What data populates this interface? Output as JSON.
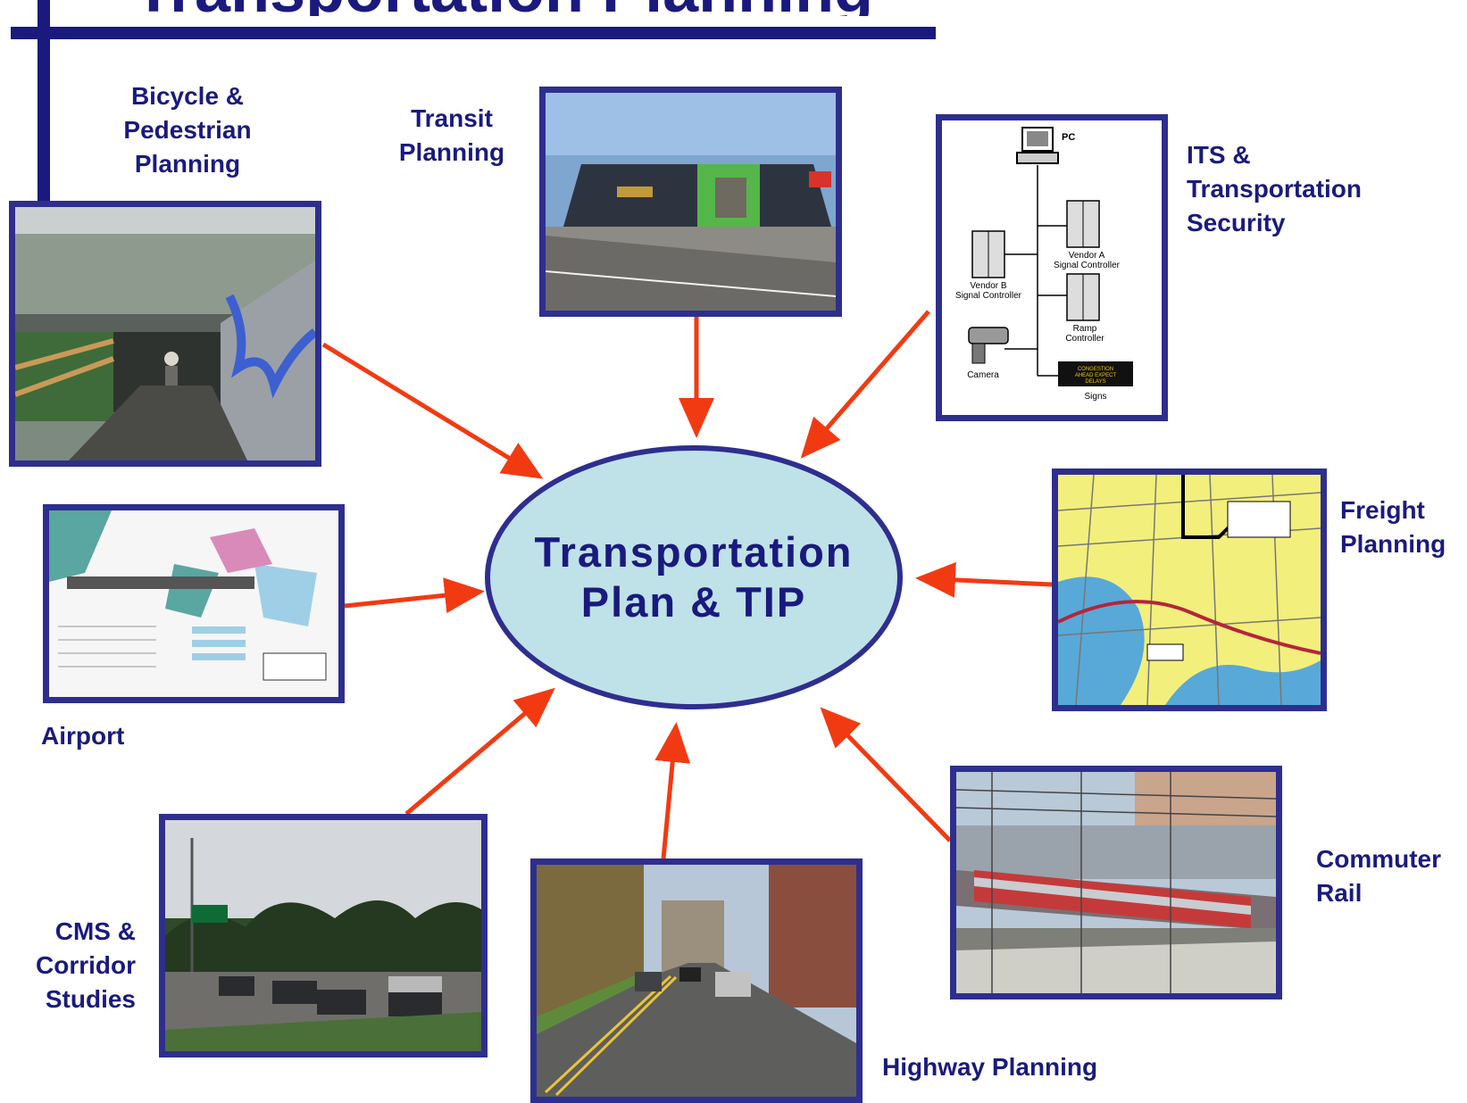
{
  "colors": {
    "navy": "#1a1a7e",
    "frame": "#2e2e8f",
    "arrow": "#f23a12",
    "hub_fill": "#bfe2e8"
  },
  "hub": {
    "text": "Transportation\nPlan & TIP"
  },
  "nodes": {
    "bicycle": {
      "label": "Bicycle &\nPedestrian\nPlanning",
      "photo": "bike-path-underpass-photo"
    },
    "transit": {
      "label": "Transit\nPlanning",
      "photo": "transit-station-construction-photo"
    },
    "its": {
      "label": "ITS &\nTransportation\nSecurity",
      "photo": "its-network-diagram",
      "diagram": {
        "pc": "PC",
        "vendor_a": "Vendor A\nSignal Controller",
        "vendor_b": "Vendor B\nSignal Controller",
        "ramp": "Ramp\nController",
        "camera": "Camera",
        "signs": "Signs",
        "sign_text": "CONGESTION\nAHEAD EXPECT\nDELAYS"
      }
    },
    "freight": {
      "label": "Freight\nPlanning",
      "photo": "freight-route-map"
    },
    "commuter": {
      "label": "Commuter\nRail",
      "photo": "commuter-train-photo"
    },
    "highway": {
      "label": "Highway Planning",
      "photo": "city-street-photo"
    },
    "cms": {
      "label": "CMS &\nCorridor\nStudies",
      "photo": "highway-traffic-photo"
    },
    "airport": {
      "label": "Airport",
      "photo": "airport-layout-plan-map"
    }
  }
}
